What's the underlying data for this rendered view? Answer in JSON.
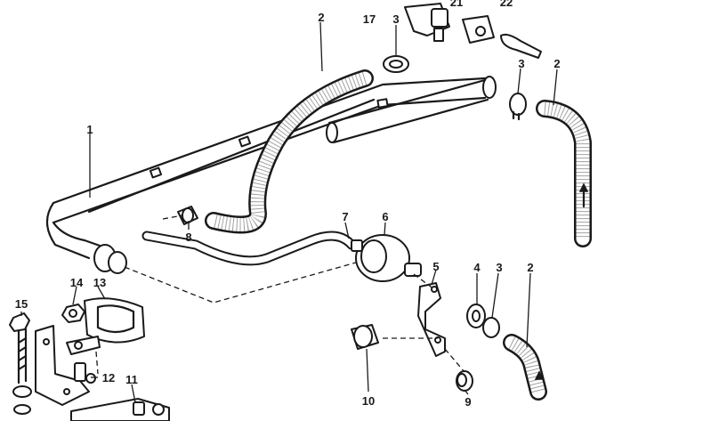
{
  "diagram": {
    "callouts": [
      {
        "id": "c-17",
        "label": "17"
      },
      {
        "id": "c-3-top",
        "label": "3"
      },
      {
        "id": "c-21",
        "label": "21"
      },
      {
        "id": "c-22",
        "label": "22"
      },
      {
        "id": "c-2-top",
        "label": "2"
      },
      {
        "id": "c-3-right",
        "label": "3"
      },
      {
        "id": "c-2-right",
        "label": "2"
      },
      {
        "id": "c-1",
        "label": "1"
      },
      {
        "id": "c-7",
        "label": "7"
      },
      {
        "id": "c-6",
        "label": "6"
      },
      {
        "id": "c-8",
        "label": "8"
      },
      {
        "id": "c-5",
        "label": "5"
      },
      {
        "id": "c-4",
        "label": "4"
      },
      {
        "id": "c-3-low",
        "label": "3"
      },
      {
        "id": "c-2-low",
        "label": "2"
      },
      {
        "id": "c-15",
        "label": "15"
      },
      {
        "id": "c-14",
        "label": "14"
      },
      {
        "id": "c-13",
        "label": "13"
      },
      {
        "id": "c-12",
        "label": "12"
      },
      {
        "id": "c-11",
        "label": "11"
      },
      {
        "id": "c-10",
        "label": "10"
      },
      {
        "id": "c-9",
        "label": "9"
      }
    ]
  }
}
